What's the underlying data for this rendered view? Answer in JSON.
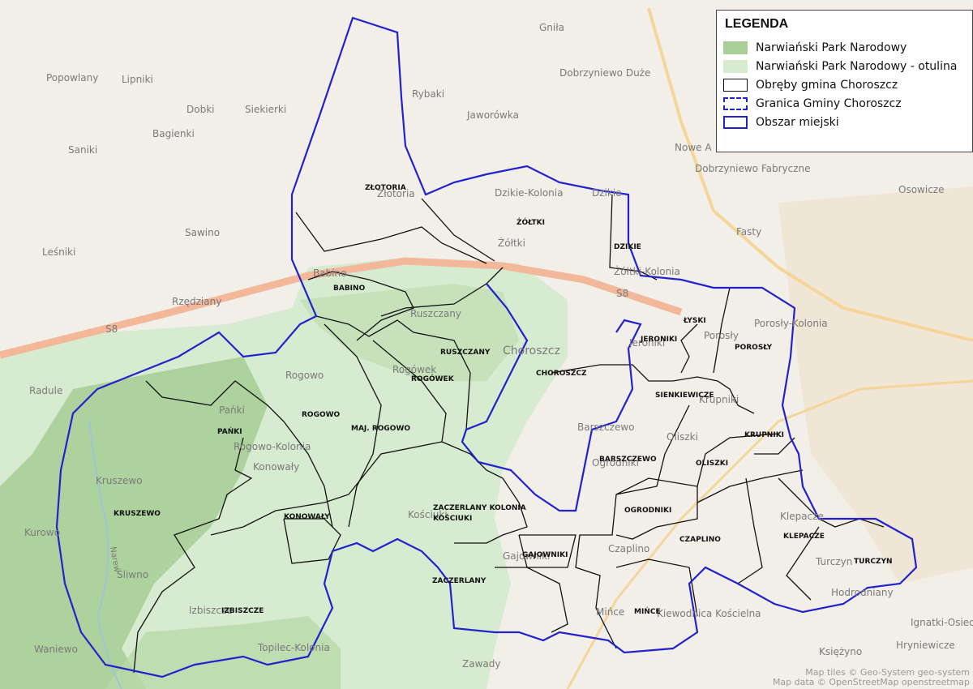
{
  "colors": {
    "park": "#a8cf98",
    "otulina": "#d7ebd0",
    "obreby": "#111111",
    "granica": "#2222cc",
    "road": "#f3b79a",
    "background": "#f2efe9"
  },
  "legend": {
    "title": "LEGENDA",
    "items": [
      {
        "label": "Narwiański Park Narodowy",
        "swatch": "park-fill"
      },
      {
        "label": "Narwiański Park Narodowy - otulina",
        "swatch": "otulina-fill"
      },
      {
        "label": "Obręby gmina Choroszcz",
        "swatch": "black-outline"
      },
      {
        "label": "Granica Gminy Choroszcz",
        "swatch": "blue-dashed-outline"
      },
      {
        "label": "Obszar miejski",
        "swatch": "blue-outline"
      }
    ]
  },
  "places": [
    "Gniła",
    "Popowlany",
    "Lipniki",
    "Dobrzyniewo Duże",
    "Rybaki",
    "Dobki",
    "Siekierki",
    "Jaworówka",
    "Bagienki",
    "Saniki",
    "Nowe A",
    "Dobrzyniewo Fabryczne",
    "Złotoria",
    "Dzikie-Kolonia",
    "Dzikie",
    "Osowicze",
    "Sawino",
    "Fasty",
    "Leśniki",
    "Żółtki",
    "Babino",
    "Żółtki-Kolonia",
    "Rzędziany",
    "S8",
    "S8",
    "Ruszczany",
    "Choroszcz",
    "Porosły",
    "Porosły-Kolonia",
    "Jeroniki",
    "Radule",
    "Rogowo",
    "Rogówek",
    "Krupniki",
    "Pańki",
    "Barszczewo",
    "Oliszki",
    "Rogowo-Kolonia",
    "Kruszewo",
    "Konowały",
    "Ogrodniki",
    "Kościuki",
    "Klepacze",
    "Kurowo",
    "Narew",
    "Gajowniki",
    "Czaplino",
    "Turczyn",
    "Śliwno",
    "Izbiszcze",
    "Hodrodniany",
    "Mińce",
    "Kiewodnica Kościelna",
    "Ignatki-Osiedle",
    "Księżyno",
    "Hryniewicze",
    "Waniewo",
    "Topilec-Kolonia",
    "Zawady"
  ],
  "obreby": [
    "ZŁOTORIA",
    "ŻÓŁTKI",
    "DZIKIE",
    "BABINO",
    "ŁYSKI",
    "JERONIKI",
    "POROSŁY",
    "RUSZCZANY",
    "CHOROSZCZ",
    "ROGÓWEK",
    "SIENKIEWICZE",
    "ROGOWO",
    "MAJ. ROGOWO",
    "KRUPNIKI",
    "PAŃKI",
    "BARSZCZEWO",
    "OLISZKI",
    "KRUSZEWO",
    "ZACZERLANY KOLONIA",
    "KOŚCIUKI",
    "KONOWAŁY",
    "OGRODNIKI",
    "CZAPLINO",
    "KLEPACZE",
    "GAJOWNIKI",
    "TURCZYN",
    "ZACZERLANY",
    "IZBISZCZE",
    "MIŃCE"
  ],
  "attribution": {
    "line1": "Map tiles © Geo-System geo-system",
    "line2": "Map data © OpenStreetMap openstreetmap"
  }
}
